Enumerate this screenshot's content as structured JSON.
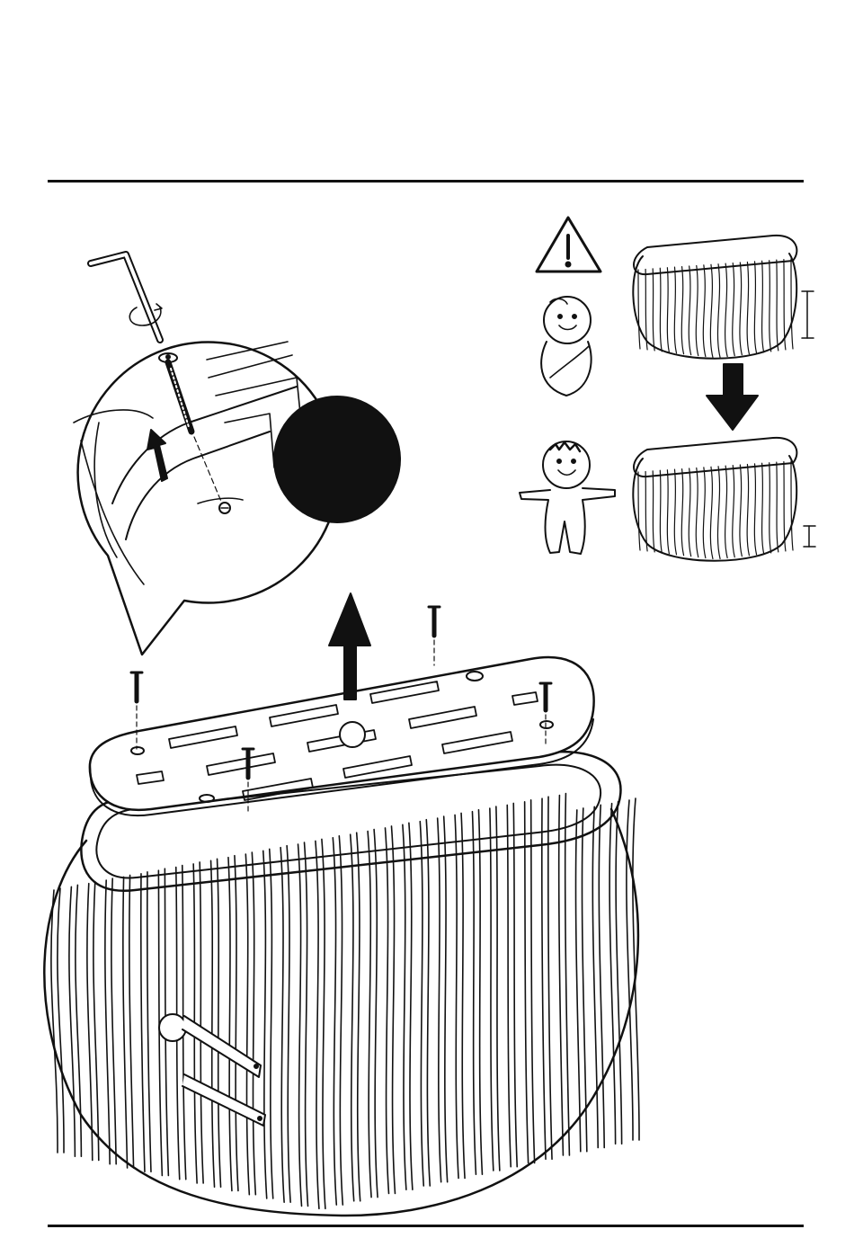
{
  "page": {
    "kind": "assembly-instruction-page",
    "ink_color": "#111111",
    "paper_color": "#ffffff"
  },
  "step": {
    "tool_icon": "hex-key-icon",
    "callout": "magnified-screw-detail",
    "warning_icon": "warning-triangle-icon",
    "stage_newborn_icon": "swaddled-baby-icon",
    "stage_older_icon": "standing-baby-icon",
    "base_positions": [
      "high",
      "low"
    ]
  }
}
